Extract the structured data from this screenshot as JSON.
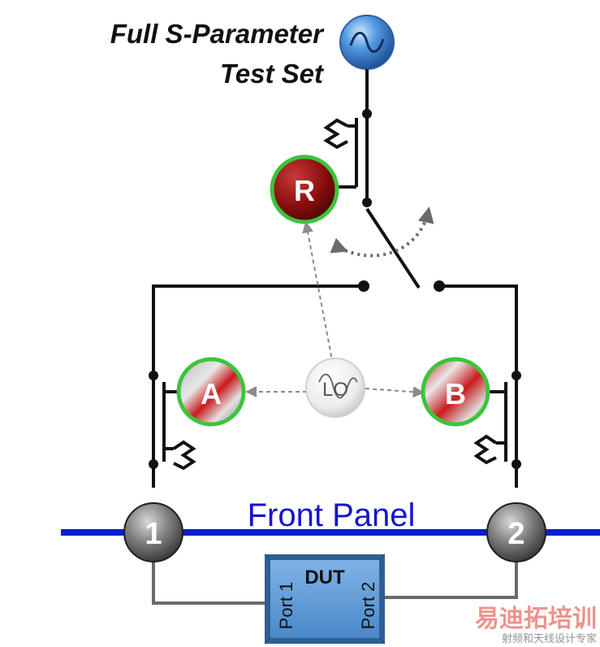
{
  "title": {
    "line1": "Full S-Parameter",
    "line2": "Test Set"
  },
  "receivers": {
    "reference": "R",
    "a": "A",
    "b": "B"
  },
  "local_oscillator": "LO",
  "front_panel": {
    "label": "Front Panel"
  },
  "ports": {
    "port1": "1",
    "port2": "2"
  },
  "dut": {
    "title": "DUT",
    "port1": "Port 1",
    "port2": "Port 2"
  },
  "watermark": {
    "text": "易迪拓培训",
    "subtitle": "射频和天线设计专家"
  },
  "colors": {
    "front_panel_line": "#0a1ed2",
    "reference_receiver": "#8b0e0e",
    "source": "#3a86d6",
    "dut_box": "#5b9bd5"
  }
}
